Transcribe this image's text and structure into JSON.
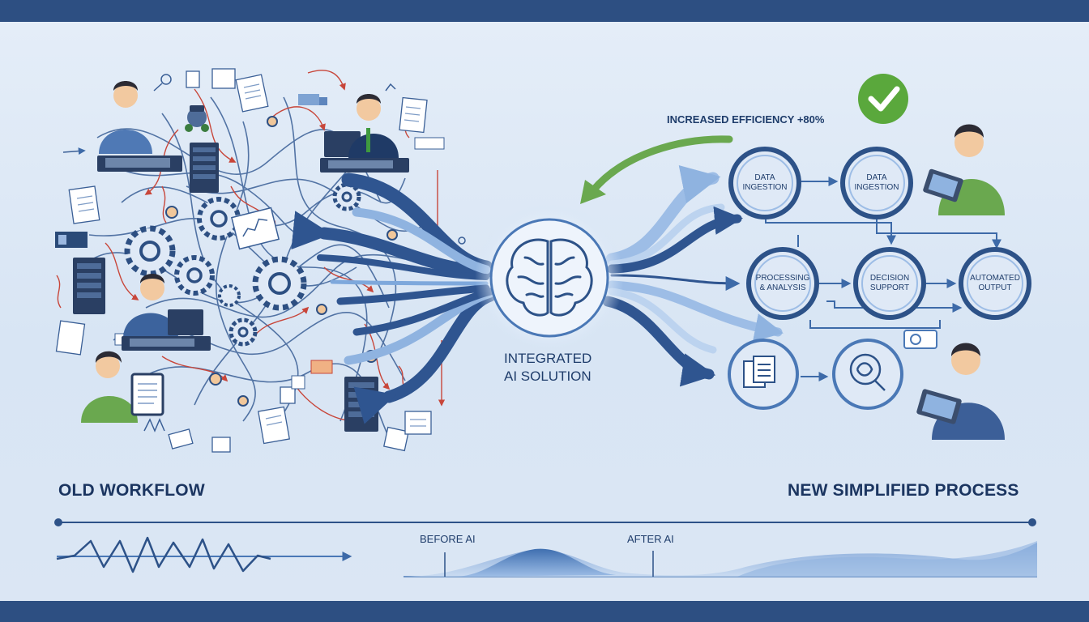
{
  "colors": {
    "band": "#2d4f82",
    "node_ring": "#2d5288",
    "node_fill": "#dfe9f6",
    "flow_dark": "#2f5590",
    "flow_light": "#9dbde6",
    "chaos_red": "#c8463a",
    "accent_green": "#6aa84f",
    "check_green": "#5aa83c",
    "text": "#1f3d6b"
  },
  "labels": {
    "old_workflow": "OLD WORKFLOW",
    "new_process": "NEW SIMPLIFIED PROCESS",
    "hub": "INTEGRATED AI SOLUTION",
    "efficiency": "INCREASED EFFICIENCY +80%",
    "before_ai": "BEFORE AI",
    "after_ai": "AFTER AI"
  },
  "nodes": [
    {
      "id": "data-ingestion-1",
      "label": "DATA INGESTION"
    },
    {
      "id": "data-ingestion-2",
      "label": "DATA INGESTION"
    },
    {
      "id": "processing",
      "label": "PROCESSING & ANALYSIS"
    },
    {
      "id": "decision",
      "label": "DECISION SUPPORT"
    },
    {
      "id": "automated",
      "label": "AUTOMATED OUTPUT"
    },
    {
      "id": "documents",
      "label": "",
      "icon": "document-stack-icon"
    },
    {
      "id": "analytics",
      "label": "",
      "icon": "brain-search-icon"
    }
  ],
  "icons": {
    "hub": "brain-icon",
    "success": "check-circle-icon",
    "old_side": [
      "worker-at-keyboard",
      "manager-at-laptop",
      "worker-at-laptop",
      "worker-with-clipboard",
      "server-rack",
      "gear",
      "document"
    ],
    "new_side": [
      "person-with-tablet",
      "person-with-tablet"
    ]
  }
}
